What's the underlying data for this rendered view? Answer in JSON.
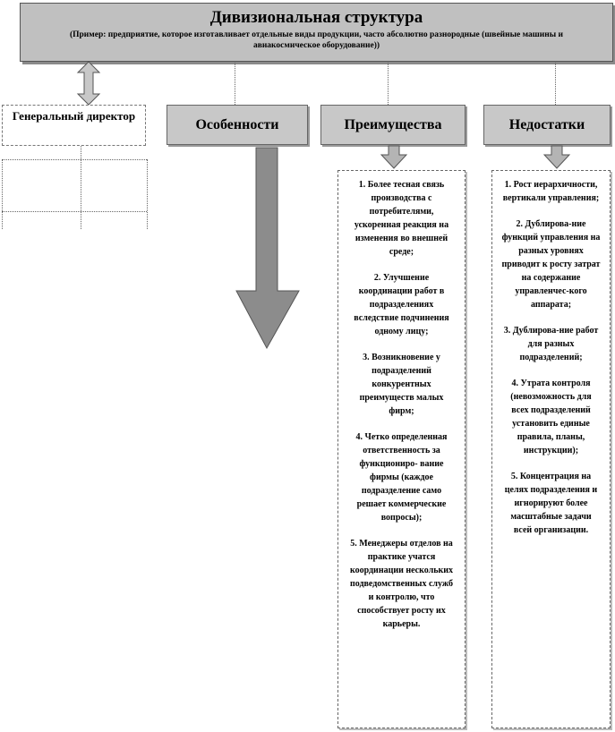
{
  "title": {
    "main": "Дивизиональная структура",
    "subtitle": "(Пример: предприятие, которое изготавливает отдельные виды продукции, часто абсолютно разнородные (швейные машины и авиакосмическое оборудование))"
  },
  "general_director": "Генеральный директор",
  "columns": {
    "features": {
      "header": "Особенности"
    },
    "advantages": {
      "header": "Преимущества",
      "items": [
        "1. Более тесная связь производства с потребителями, ускоренная реакция на изменения во внешней среде;",
        "2. Улучшение координации работ в подразделениях вследствие подчинения одному лицу;",
        "3. Возникновение у подразделений конкурентных преимуществ малых фирм;",
        "4. Четко определенная ответственность за функциониро- вание фирмы (каждое подразделение само решает коммерческие вопросы);",
        "5. Менеджеры отделов на практике учатся координации нескольких подведомственных служб и контролю, что способствует росту их карьеры."
      ]
    },
    "disadvantages": {
      "header": "Недостатки",
      "items": [
        "1. Рост иерархичности, вертикали управления;",
        "2. Дублирова-ние функций управления на разных уровнях приводит к росту затрат на содержание управленчес-кого аппарата;",
        "3. Дублирова-ние работ для разных подразделений;",
        "4. Утрата контроля (невозможность для всех подразделений установить единые правила, планы, инструкции);",
        "5. Концентрация на целях подразделения и игнорируют более масштабные задачи всей организации."
      ]
    }
  }
}
